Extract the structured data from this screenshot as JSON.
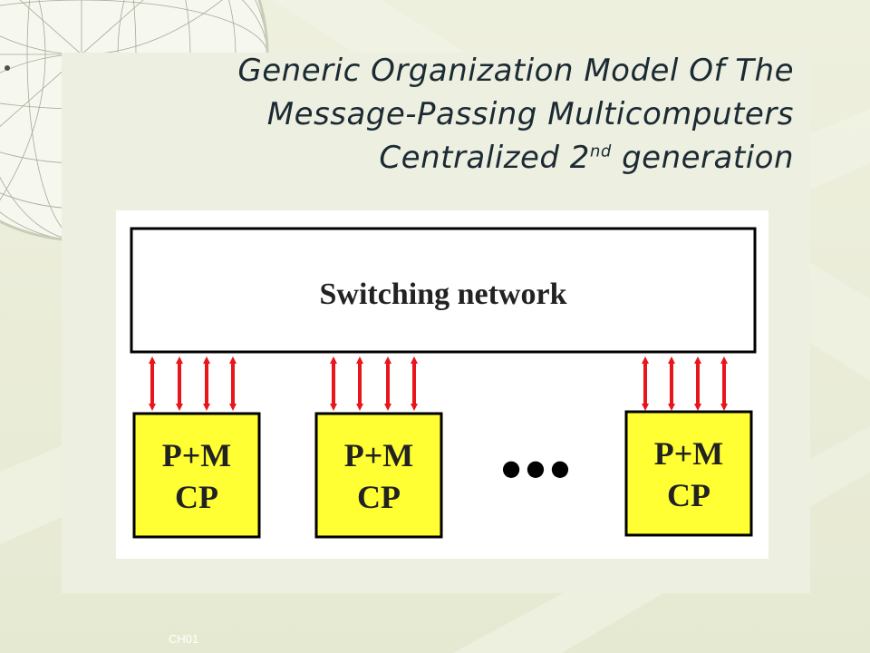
{
  "slide": {
    "title_line1": "Generic Organization Model Of The",
    "title_line2": "Message-Passing Multicomputers",
    "title_line3_prefix": "Centralized 2",
    "title_line3_sup": "nd",
    "title_line3_suffix": " generation",
    "footer": "CH01"
  },
  "diagram": {
    "switch_label": "Switching network",
    "node_line1": "P+M",
    "node_line2": "CP",
    "ellipsis": "●●●",
    "node_count_shown": 3,
    "links_per_node": 4
  },
  "colors": {
    "node_fill": "#ffff33",
    "arrow": "#e8151b",
    "title_text": "#1b2a33",
    "background": "#e9ecd9"
  }
}
